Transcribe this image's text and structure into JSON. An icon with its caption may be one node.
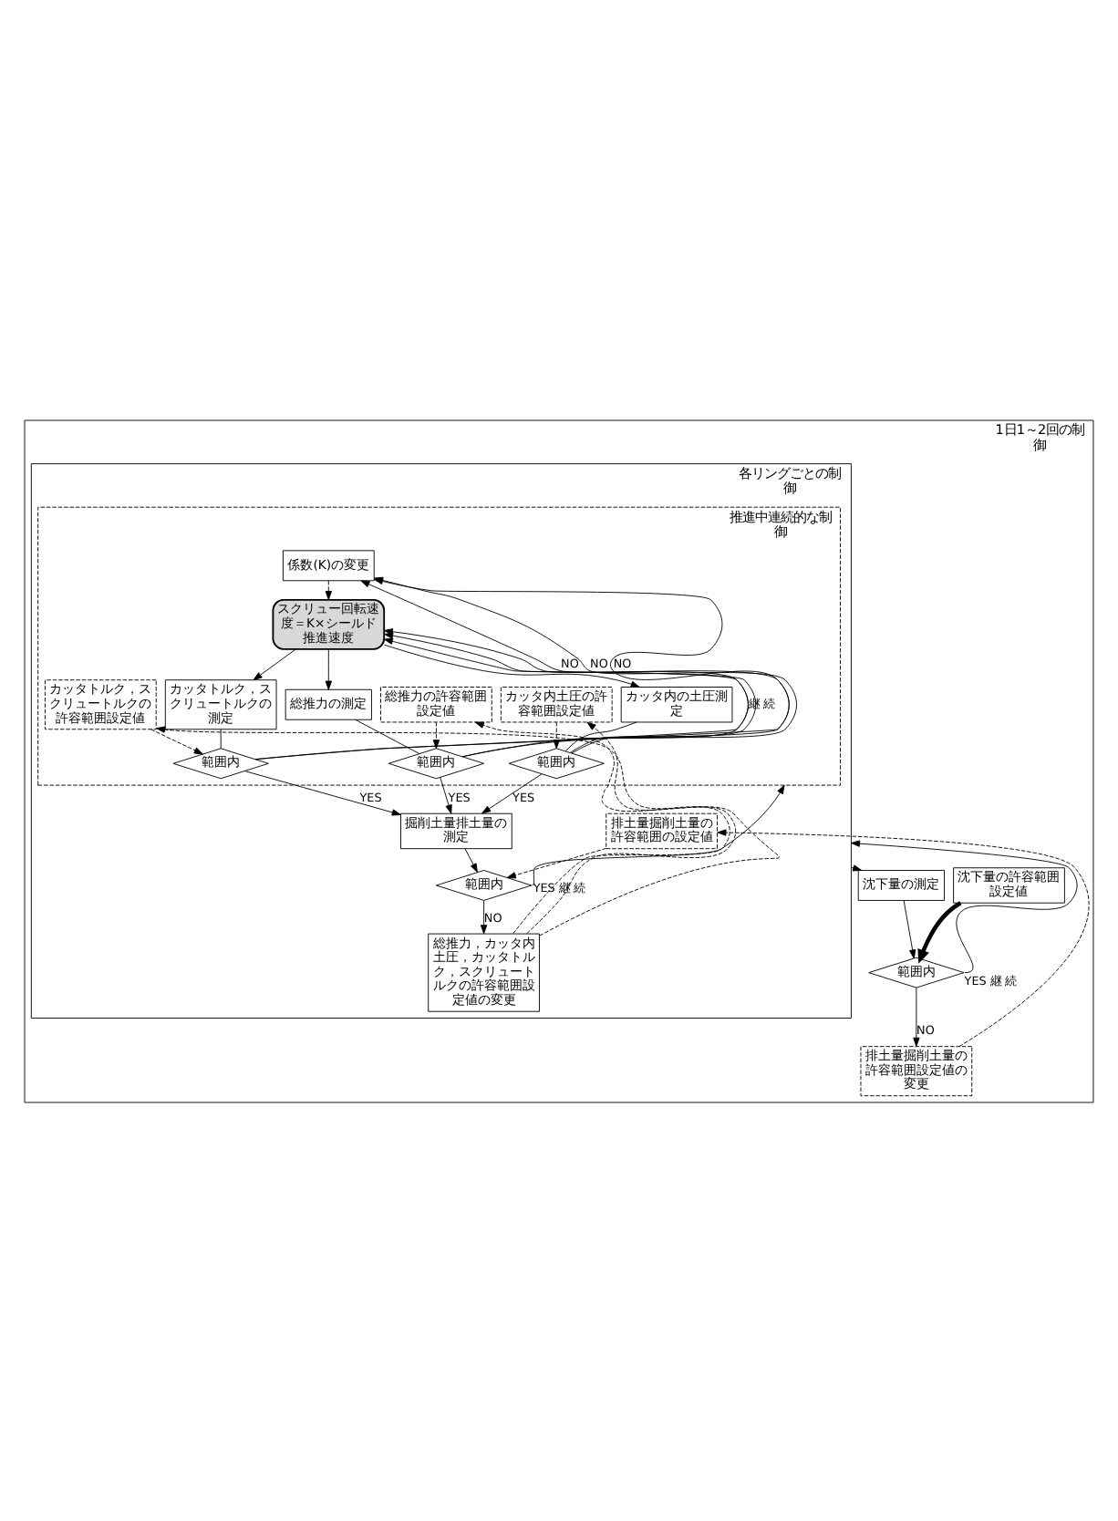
{
  "diagram": {
    "nodes": [
      {
        "text": [
          "1日1～2回の制御"
        ]
      },
      {
        "text": [
          "各リングごとの制御"
        ],
        "in": 0
      },
      {
        "text": [
          "推進中連続的な制御"
        ],
        "in": 1
      },
      {
        "text": [
          "係数(K)の変更"
        ],
        "in": 2
      },
      {
        "text": [
          "スクリュー回転速度＝K×シールド推進速度"
        ],
        "in": 2
      },
      {
        "text": [
          "総推力の測定"
        ],
        "in": 2
      },
      {
        "text": [
          "カッタ内の土圧測定"
        ],
        "in": 2
      },
      {
        "text": [
          "カッタトルク，スクリュートルクの測定"
        ],
        "in": 2
      },
      {
        "text": [
          "総推力の許容範囲設定値"
        ],
        "in": 2
      },
      {
        "text": [
          "カッタ内土圧の許容範囲設定値"
        ],
        "in": 2
      },
      {
        "text": [
          "カッタトルク，スクリュートルクの許容範囲設定値"
        ],
        "in": 2
      },
      {
        "text": [
          "範囲内"
        ],
        "in": 2
      },
      {
        "text": [
          "範囲内"
        ],
        "in": 2
      },
      {
        "text": [
          "範囲内"
        ],
        "in": 2
      },
      {
        "text": [
          "排土量掘削土量の",
          "許容範囲の設定値"
        ],
        "in": 1
      },
      {
        "text": [
          "掘削土量排土量の測定"
        ],
        "in": 1
      },
      {
        "text": [
          "範囲内"
        ],
        "in": 1
      },
      {
        "text": [
          "総推力，カッタ内土圧，カッタトルク，スクリュートルクの許容範囲設定値の変更"
        ],
        "in": 1
      },
      {
        "text": [
          "沈下量の測定"
        ],
        "in": 0
      },
      {
        "text": [
          "沈下量の許容範囲設定値"
        ],
        "in": 0
      },
      {
        "text": [
          "範囲内"
        ],
        "in": 0
      },
      {
        "text": [
          "排土量掘削土量の",
          "許容範囲設定値の変更"
        ],
        "in": 0
      }
    ],
    "edges": [
      {
        "from": 3,
        "to": 4,
        "arrow": "to",
        "style": "dashed"
      },
      {
        "from": 4,
        "to": 5,
        "arrow": "to"
      },
      {
        "from": 4,
        "to": 6,
        "arrow": "to"
      },
      {
        "from": 4,
        "to": 7,
        "arrow": "to"
      },
      {
        "from": 5,
        "to": 11,
        "arrow": "none"
      },
      {
        "from": 6,
        "to": 12,
        "arrow": "none"
      },
      {
        "from": 7,
        "to": 13,
        "arrow": "none"
      },
      {
        "from": 8,
        "to": 11,
        "arrow": "to",
        "style": "dashed"
      },
      {
        "from": 9,
        "to": 12,
        "arrow": "to",
        "style": "dashed"
      },
      {
        "from": 10,
        "to": 13,
        "arrow": "to",
        "style": "dashed"
      },
      {
        "from": 11,
        "to": 3,
        "label": "NO",
        "arrow": "to"
      },
      {
        "from": 12,
        "to": 3,
        "label": "NO",
        "arrow": "to"
      },
      {
        "from": 13,
        "to": 3,
        "label": "NO",
        "arrow": "to"
      },
      {
        "from": 11,
        "to": 4,
        "arrow": "to"
      },
      {
        "from": 12,
        "to": 4,
        "arrow": "to"
      },
      {
        "from": 13,
        "to": 4,
        "label": "継 続",
        "arrow": "to"
      },
      {
        "from": 11,
        "to": 15,
        "label": "YES",
        "arrow": "to"
      },
      {
        "from": 12,
        "to": 15,
        "label": "YES",
        "arrow": "to"
      },
      {
        "from": 13,
        "to": 15,
        "label": "YES",
        "arrow": "to"
      },
      {
        "from": 15,
        "to": 16,
        "arrow": "to"
      },
      {
        "from": 14,
        "to": 16,
        "arrow": "to",
        "style": "dashed"
      },
      {
        "from": 16,
        "to": 17,
        "label": "NO",
        "arrow": "to"
      },
      {
        "from": 17,
        "to": 8,
        "arrow": "to",
        "style": "dashed"
      },
      {
        "from": 17,
        "to": 9,
        "arrow": "to",
        "style": "dashed"
      },
      {
        "from": 17,
        "to": 10,
        "arrow": "to",
        "style": "dashed"
      },
      {
        "from": 16,
        "to": 2,
        "label": "YES 継 続",
        "arrow": "to"
      },
      {
        "from": 1,
        "to": 18,
        "arrow": "to"
      },
      {
        "from": 18,
        "to": 20,
        "arrow": "to"
      },
      {
        "from": 19,
        "to": 20,
        "arrow": "to",
        "style": "thick"
      },
      {
        "from": 20,
        "to": 21,
        "label": "NO",
        "arrow": "to"
      },
      {
        "from": 21,
        "to": 14,
        "arrow": "to",
        "style": "dashed"
      },
      {
        "from": 20,
        "to": 1,
        "label": "YES 継 続",
        "arrow": "to"
      }
    ]
  }
}
